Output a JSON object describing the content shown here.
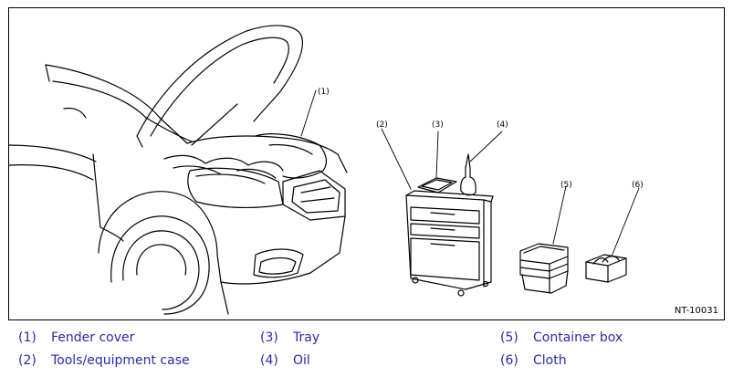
{
  "figure": {
    "id": "NT-10031",
    "callouts": [
      "(1)",
      "(2)",
      "(3)",
      "(4)",
      "(5)",
      "(6)"
    ]
  },
  "legend": [
    {
      "num": "(1)",
      "text": "Fender cover"
    },
    {
      "num": "(2)",
      "text": "Tools/equipment case"
    },
    {
      "num": "(3)",
      "text": "Tray"
    },
    {
      "num": "(4)",
      "text": "Oil"
    },
    {
      "num": "(5)",
      "text": "Container box"
    },
    {
      "num": "(6)",
      "text": "Cloth"
    }
  ],
  "colors": {
    "legend_text": "#2a2aa8",
    "line_art": "#000000"
  }
}
